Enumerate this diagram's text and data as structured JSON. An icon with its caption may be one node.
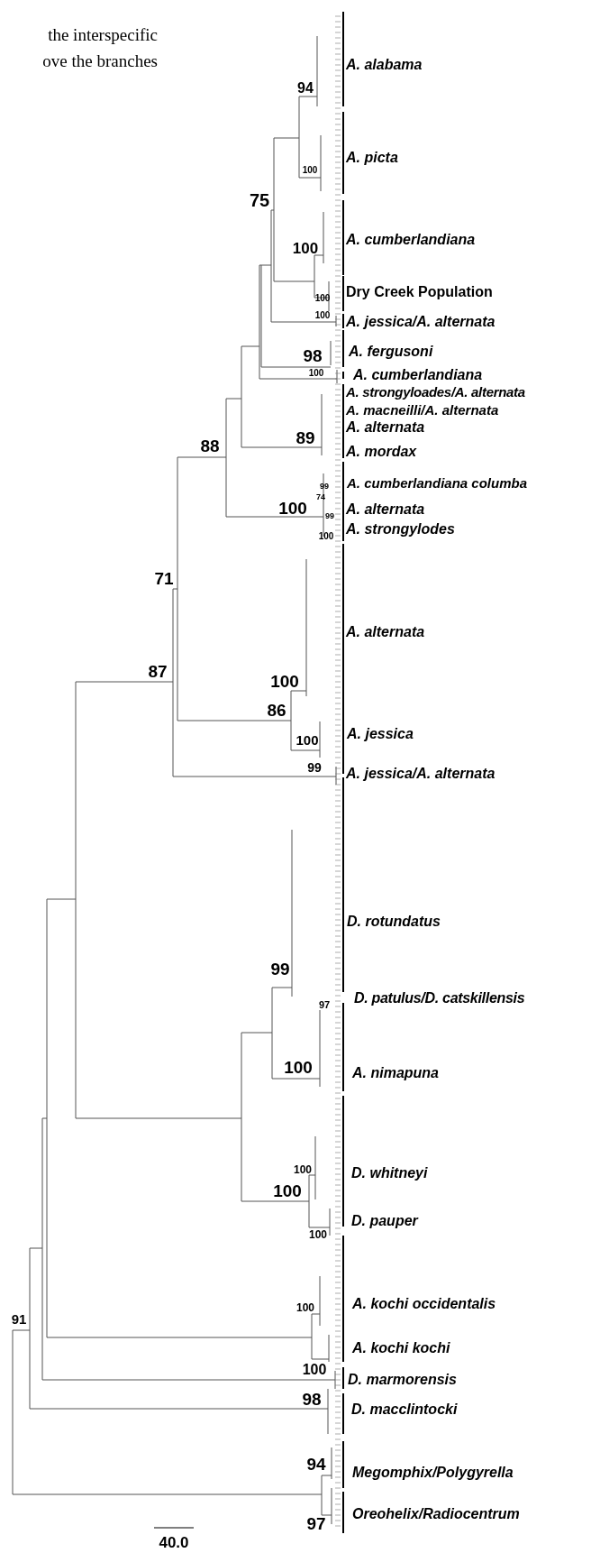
{
  "diagram": {
    "labels": [
      "the interspecific",
      "ove the branches",
      "A. alabama",
      "94",
      "A. picta",
      "100",
      "75",
      "A. cumberlandiana",
      "100",
      "Dry Creek Population",
      "100",
      "100",
      "A. jessica/A. alternata",
      "A. fergusoni",
      "98",
      "100",
      "A. cumberlandiana",
      "A. strongyloades/A. alternata",
      "A. macneilli/A. alternata",
      "A. alternata",
      "89",
      "88",
      "A. mordax",
      "A. cumberlandiana columba",
      "99",
      "74",
      "100",
      "A. alternata",
      "99",
      "A. strongylodes",
      "100",
      "71",
      "A. alternata",
      "87",
      "100",
      "86",
      "A. jessica",
      "100",
      "99",
      "A. jessica/A. alternata",
      "D. rotundatus",
      "99",
      "D. patulus/D. catskillensis",
      "97",
      "100",
      "A. nimapuna",
      "100",
      "D. whitneyi",
      "100",
      "D. pauper",
      "100",
      "A. kochi occidentalis",
      "100",
      "91",
      "A. kochi kochi",
      "100",
      "D. marmorensis",
      "98",
      "D. macclintocki",
      "94",
      "Megomphix/Polygyrella",
      "Oreohelix/Radiocentrum",
      "97",
      "40.0"
    ]
  }
}
